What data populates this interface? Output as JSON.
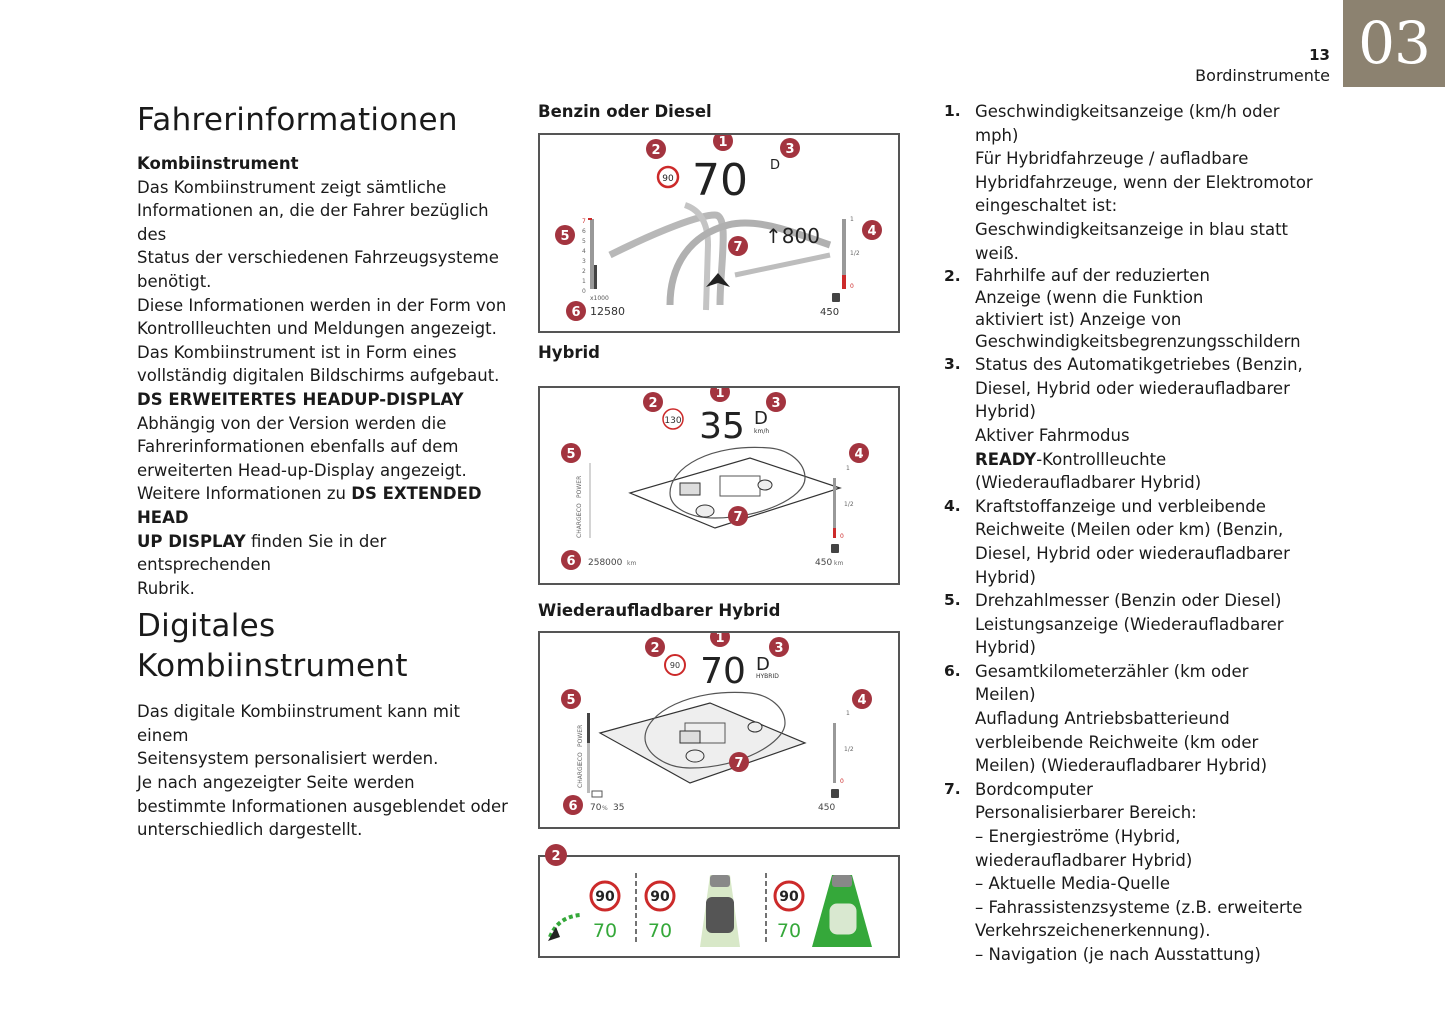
{
  "header": {
    "chapter": "03",
    "page_number": "13",
    "section": "Bordinstrumente"
  },
  "left": {
    "title1": "Fahrerinformationen",
    "sub1": "Kombiinstrument",
    "lines1": [
      "Das Kombiinstrument zeigt sämtliche",
      "Informationen an, die der Fahrer bezüglich des",
      "Status der verschiedenen Fahrzeugsysteme",
      "benötigt.",
      "Diese Informationen werden in der Form von",
      "Kontrollleuchten und Meldungen angezeigt.",
      "Das Kombiinstrument ist in Form eines",
      "vollständig digitalen Bildschirms aufgebaut."
    ],
    "sub2": "DS ERWEITERTES HEADUP-DISPLAY",
    "lines2": [
      "Abhängig von der Version werden die",
      "Fahrerinformationen ebenfalls auf dem",
      "erweiterten Head-up-Display angezeigt."
    ],
    "line_ref_a": "Weitere Informationen zu ",
    "line_ref_b": "DS EXTENDED HEAD",
    "line_ref_c": "UP DISPLAY",
    "line_ref_d": " finden Sie in der entsprechenden",
    "line_ref_e": "Rubrik.",
    "title2a": "Digitales",
    "title2b": "Kombiinstrument",
    "lines3": [
      "Das digitale Kombiinstrument kann mit einem",
      "Seitensystem personalisiert werden.",
      "Je nach angezeigter Seite werden",
      "bestimmte Informationen ausgeblendet oder",
      "unterschiedlich dargestellt."
    ]
  },
  "figures": {
    "fig1": {
      "label": "Benzin oder Diesel",
      "speed": "70",
      "gear": "D",
      "limit": "90",
      "nav": "↑800",
      "odo_unit": "x1000",
      "odo": "12580",
      "range": "450",
      "tacho_ticks": [
        "7",
        "6",
        "5",
        "4",
        "3",
        "2",
        "1",
        "0"
      ],
      "fuel_ticks": [
        "1",
        "1/2",
        "0"
      ]
    },
    "fig2": {
      "label": "Hybrid",
      "speed": "35",
      "gear": "D",
      "unit": "km/h",
      "limit": "130",
      "odo": "258000",
      "odo_unit": "km",
      "range": "450",
      "range_unit": "km",
      "gauge_words": [
        "POWER",
        "ECO",
        "CHARGE"
      ],
      "fuel_ticks": [
        "1",
        "1/2",
        "0"
      ]
    },
    "fig3": {
      "label": "Wiederaufladbarer Hybrid",
      "speed": "70",
      "gear": "D",
      "mode": "HYBRID",
      "limit": "90",
      "battery": "70",
      "battery_unit": "%",
      "battery_range": "35",
      "range": "450",
      "gauge_words": [
        "POWER",
        "ECO",
        "CHARGE"
      ],
      "fuel_ticks": [
        "1",
        "1/2",
        "0"
      ]
    },
    "fig4": {
      "limit_top": "90",
      "limit_bottom": "70"
    },
    "callouts": [
      "1",
      "2",
      "3",
      "4",
      "5",
      "6",
      "7"
    ],
    "colors": {
      "callout": "#a3343f",
      "limit_ring": "#cc2a2a",
      "assist_green": "#35a83a",
      "chapter_tab": "#8c8270"
    }
  },
  "list": [
    {
      "num": "1.",
      "lines": [
        "Geschwindigkeitsanzeige (km/h oder",
        "mph)",
        "Für Hybridfahrzeuge / aufladbare",
        "Hybridfahrzeuge, wenn der Elektromotor",
        "eingeschaltet ist:",
        "Geschwindigkeitsanzeige in blau statt",
        "weiß."
      ]
    },
    {
      "num": "2.",
      "lines": [
        "Fahrhilfe auf der reduzierten",
        "Anzeige (wenn die Funktion",
        "aktiviert ist) Anzeige von",
        "Geschwindigkeitsbegrenzungsschildern"
      ]
    },
    {
      "num": "3.",
      "lines": [
        "Status des Automatikgetriebes (Benzin,",
        "Diesel, Hybrid oder wiederaufladbarer",
        "Hybrid)",
        "Aktiver Fahrmodus"
      ],
      "bold_line": "READY",
      "rest_line": "-Kontrollleuchte",
      "lines_after": [
        "(Wiederaufladbarer Hybrid)"
      ]
    },
    {
      "num": "4.",
      "lines": [
        "Kraftstoffanzeige und verbleibende",
        "Reichweite (Meilen oder km) (Benzin,",
        "Diesel, Hybrid oder wiederaufladbarer",
        "Hybrid)"
      ]
    },
    {
      "num": "5.",
      "lines": [
        "Drehzahlmesser (Benzin oder Diesel)",
        "Leistungsanzeige (Wiederaufladbarer",
        "Hybrid)"
      ]
    },
    {
      "num": "6.",
      "lines": [
        "Gesamtkilometerzähler (km oder Meilen)",
        "Aufladung Antriebsbatterieund",
        "verbleibende Reichweite (km oder",
        "Meilen) (Wiederaufladbarer Hybrid)"
      ]
    },
    {
      "num": "7.",
      "lines": [
        "Bordcomputer",
        "Personalisierbarer Bereich:",
        "– Energieströme (Hybrid,",
        "wiederaufladbarer Hybrid)",
        "– Aktuelle Media-Quelle",
        "– Fahrassistenzsysteme (z.B. erweiterte",
        "Verkehrszeichenerkennung).",
        "– Navigation (je nach Ausstattung)"
      ]
    }
  ]
}
